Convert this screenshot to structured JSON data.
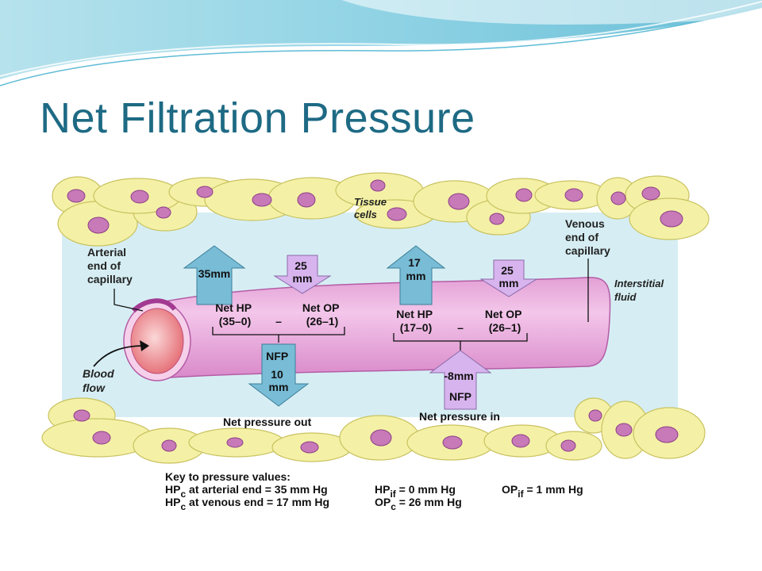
{
  "slide": {
    "title": "Net Filtration Pressure"
  },
  "colors": {
    "title": "#1e6a84",
    "interstitial": "#d6eef3",
    "capillary": "#e9a7db",
    "cell": "#f4f1a6",
    "nucleus": "#c779b8",
    "arrow_blue": "#78bcd6",
    "arrow_lilac": "#d8b4ef"
  },
  "diagram": {
    "labels": {
      "tissue_cells": [
        "Tissue",
        "cells"
      ],
      "arterial_end": [
        "Arterial",
        "end of",
        "capillary"
      ],
      "venous_end": [
        "Venous",
        "end of",
        "capillary"
      ],
      "interstitial_fluid": [
        "Interstitial",
        "fluid"
      ],
      "blood_flow": [
        "Blood",
        "flow"
      ]
    },
    "arterial": {
      "hp_arrow": [
        "35mm"
      ],
      "op_arrow": [
        "25",
        "mm"
      ],
      "net_hp": [
        "Net HP",
        "(35–0)"
      ],
      "minus": "–",
      "net_op": [
        "Net OP",
        "(26–1)"
      ],
      "nfp_arrow": [
        "NFP",
        "10",
        "mm"
      ],
      "result": "Net pressure out"
    },
    "venous": {
      "hp_arrow": [
        "17",
        "mm"
      ],
      "op_arrow": [
        "25",
        "mm"
      ],
      "net_hp": [
        "Net HP",
        "(17–0)"
      ],
      "minus": "–",
      "net_op": [
        "Net OP",
        "(26–1)"
      ],
      "nfp_arrow": [
        "-8mm",
        "NFP"
      ],
      "result": "Net pressure in"
    },
    "key": {
      "title": "Key to pressure values:",
      "hpc_arterial": {
        "main": "HP",
        "sub": "c",
        "text": " at arterial end = 35 mm Hg"
      },
      "hpc_venous": {
        "main": "HP",
        "sub": "c",
        "text": " at venous end = 17 mm Hg"
      },
      "hpif": {
        "main": "HP",
        "sub": "if",
        "text": "  = 0 mm Hg"
      },
      "opc": {
        "main": "OP",
        "sub": "c",
        "text": "  = 26 mm Hg"
      },
      "opif": {
        "main": "OP",
        "sub": "if",
        "text": "  = 1 mm Hg"
      }
    }
  }
}
